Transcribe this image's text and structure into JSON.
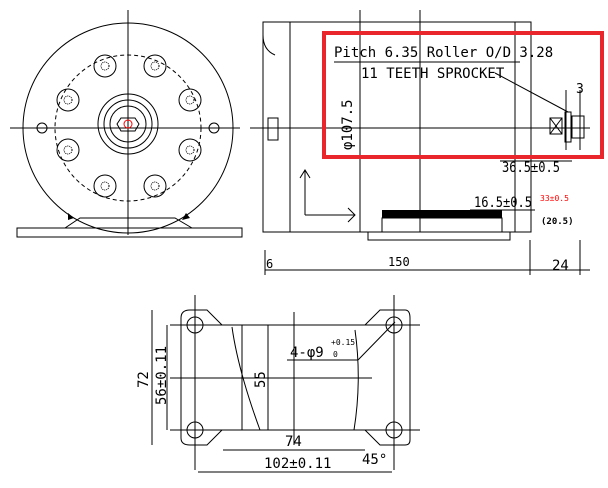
{
  "colors": {
    "highlight": "#e8262b",
    "magenta": "#ff00ff",
    "red_dim": "#ff0000"
  },
  "side_view": {
    "sprocket_line1": "Pitch 6.35 Roller O/D 3.28",
    "sprocket_line2": "11 TEETH SPROCKET",
    "diameter": "φ107.5",
    "dim_3": "3",
    "dim_36_5": "36.5±0.5",
    "dim_16_5": "16.5±0.5",
    "dim_red": "33±0.5",
    "dim_20_5": "(20.5)",
    "dim_6": "6",
    "dim_150": "150",
    "dim_24": "24"
  },
  "bottom_view": {
    "holes": "4-φ9",
    "hole_tol": "+0.15",
    "hole_tol_low": "0",
    "dim_72": "72",
    "dim_56": "56±0.11",
    "dim_55": "55",
    "dim_74": "74",
    "dim_102": "102±0.11",
    "angle": "45°"
  }
}
